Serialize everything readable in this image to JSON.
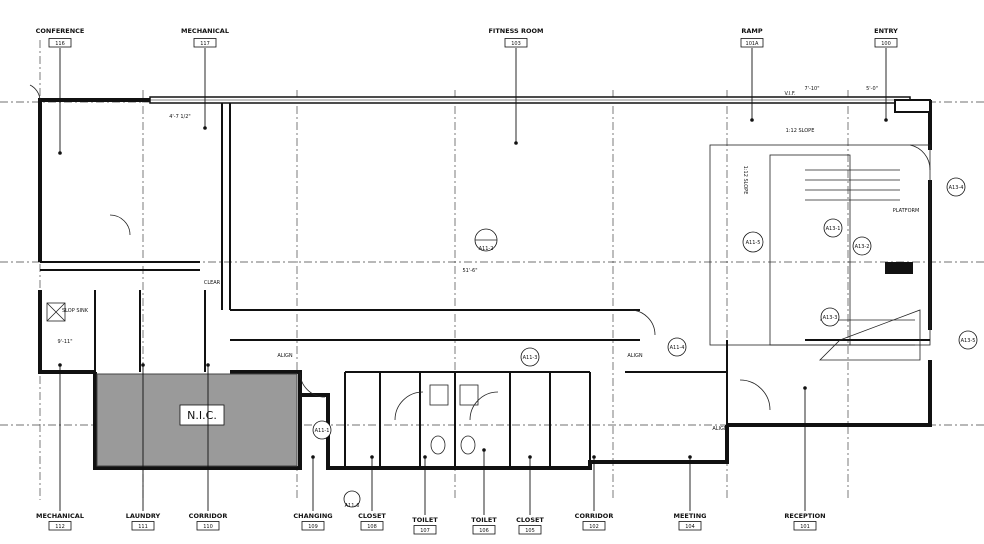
{
  "rooms_top": [
    {
      "name": "CONFERENCE",
      "number": "116"
    },
    {
      "name": "MECHANICAL",
      "number": "117"
    },
    {
      "name": "FITNESS ROOM",
      "number": "103"
    },
    {
      "name": "RAMP",
      "number": "101A"
    },
    {
      "name": "ENTRY",
      "number": "100"
    }
  ],
  "rooms_bottom": [
    {
      "name": "MECHANICAL",
      "number": "112"
    },
    {
      "name": "LAUNDRY",
      "number": "111"
    },
    {
      "name": "CORRIDOR",
      "number": "110"
    },
    {
      "name": "CHANGING",
      "number": "109"
    },
    {
      "name": "CLOSET",
      "number": "108"
    },
    {
      "name": "TOILET",
      "number": "107"
    },
    {
      "name": "TOILET",
      "number": "106"
    },
    {
      "name": "CLOSET",
      "number": "105"
    },
    {
      "name": "CORRIDOR",
      "number": "102"
    },
    {
      "name": "MEETING",
      "number": "104"
    },
    {
      "name": "RECEPTION",
      "number": "101"
    }
  ],
  "nic_label": "N.I.C.",
  "notes": {
    "slope_112": "1:12 SLOPE",
    "slope_vert": "1:12 SLOPE",
    "platform": "PLATFORM",
    "slop_sink": "SLOP SINK",
    "clear": "CLEAR",
    "align_1": "ALIGN",
    "align_2": "ALIGN",
    "align_3": "ALIGN",
    "dim_51": "51'-6\"",
    "dim_vif": "V.I.F.",
    "dim_4": "4'-7 1/2\"",
    "dim_9": "9'-11\"",
    "dim_7": "7'-10\"",
    "dim_5": "5'-0\""
  },
  "section_tags": [
    {
      "id": "A11-2",
      "label": "A11-2"
    },
    {
      "id": "A11-1",
      "label": "A11-1"
    },
    {
      "id": "A11-3",
      "label": "A11-3"
    },
    {
      "id": "A11-4",
      "label": "A11-4"
    },
    {
      "id": "A11-5",
      "label": "A11-5"
    },
    {
      "id": "A13-1",
      "label": "A13-1"
    },
    {
      "id": "A13-2",
      "label": "A13-2"
    },
    {
      "id": "A13-3",
      "label": "A13-3"
    },
    {
      "id": "A11-6",
      "label": "A11-6"
    },
    {
      "id": "A13-4",
      "label": "A13-4"
    },
    {
      "id": "A13-5",
      "label": "A13-5"
    }
  ]
}
